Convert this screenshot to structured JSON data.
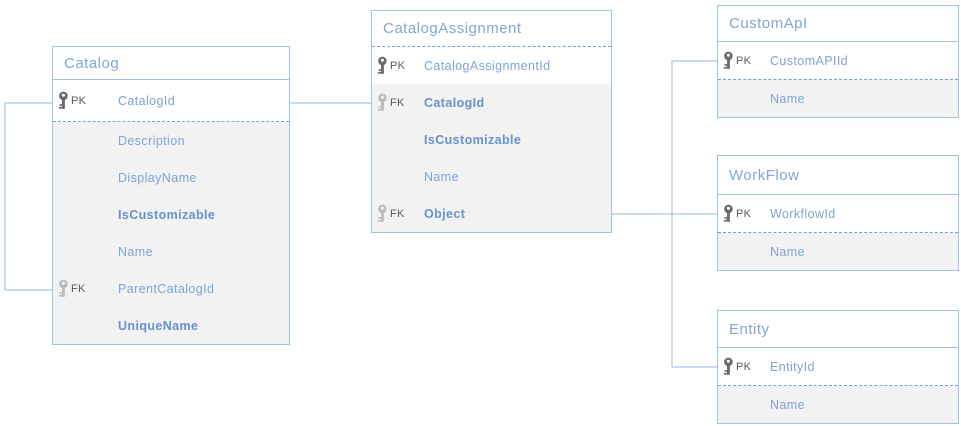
{
  "diagram_type": "database-er-diagram",
  "key_labels": {
    "pk": "PK",
    "fk": "FK"
  },
  "colors": {
    "table_border": "#9DC3E6",
    "connector": "#8FB8E0",
    "header_text": "#7FA6D9",
    "field_text": "#7FA3D6",
    "field_text_bold": "#6792CF",
    "key_label_text": "#595959",
    "pk_icon": "#6B6B6B",
    "fk_icon": "#BDBDBD",
    "row_fill": "#F2F2F2",
    "dashed_divider": "#6FA0D8"
  },
  "tables": [
    {
      "name": "Catalog",
      "fields": [
        {
          "key": "PK",
          "name": "CatalogId",
          "bold": false
        },
        {
          "key": "",
          "name": "Description",
          "bold": false
        },
        {
          "key": "",
          "name": "DisplayName",
          "bold": false
        },
        {
          "key": "",
          "name": "IsCustomizable",
          "bold": true
        },
        {
          "key": "",
          "name": "Name",
          "bold": false
        },
        {
          "key": "FK",
          "name": "ParentCatalogId",
          "bold": false
        },
        {
          "key": "",
          "name": "UniqueName",
          "bold": true
        }
      ]
    },
    {
      "name": "CatalogAssignment",
      "fields": [
        {
          "key": "PK",
          "name": "CatalogAssignmentId",
          "bold": false
        },
        {
          "key": "FK",
          "name": "CatalogId",
          "bold": true
        },
        {
          "key": "",
          "name": "IsCustomizable",
          "bold": true
        },
        {
          "key": "",
          "name": "Name",
          "bold": false
        },
        {
          "key": "FK",
          "name": "Object",
          "bold": true
        }
      ]
    },
    {
      "name": "CustomApI",
      "fields": [
        {
          "key": "PK",
          "name": "CustomAPIId",
          "bold": false
        },
        {
          "key": "",
          "name": "Name",
          "bold": false
        }
      ]
    },
    {
      "name": "WorkFlow",
      "fields": [
        {
          "key": "PK",
          "name": "WorkflowId",
          "bold": false
        },
        {
          "key": "",
          "name": "Name",
          "bold": false
        }
      ]
    },
    {
      "name": "Entity",
      "fields": [
        {
          "key": "PK",
          "name": "EntityId",
          "bold": false
        },
        {
          "key": "",
          "name": "Name",
          "bold": false
        }
      ]
    }
  ],
  "relationships": [
    {
      "from": "Catalog.CatalogId",
      "to": "Catalog.ParentCatalogId",
      "type": "self-reference"
    },
    {
      "from": "Catalog.CatalogId",
      "to": "CatalogAssignment.CatalogId"
    },
    {
      "from": "CatalogAssignment.Object",
      "to": "CustomApI.CustomAPIId"
    },
    {
      "from": "CatalogAssignment.Object",
      "to": "WorkFlow.WorkflowId"
    },
    {
      "from": "CatalogAssignment.Object",
      "to": "Entity.EntityId"
    }
  ]
}
